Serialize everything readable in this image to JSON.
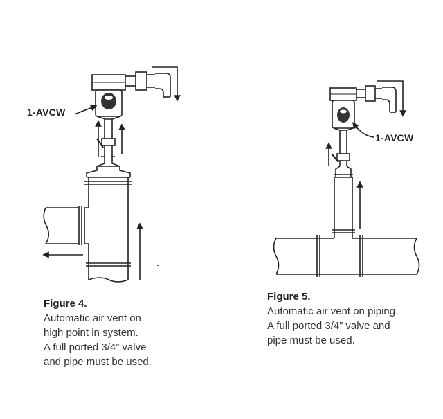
{
  "figure4": {
    "label": "1-AVCW",
    "title": "Figure 4.",
    "lines": [
      "Automatic air vent on",
      "high point in system.",
      "A full ported 3/4” valve",
      "and pipe must be used."
    ]
  },
  "figure5": {
    "label": "1-AVCW",
    "title": "Figure 5.",
    "lines": [
      "Automatic air vent on piping.",
      "A full ported 3/4” valve and",
      "pipe must be used."
    ]
  }
}
